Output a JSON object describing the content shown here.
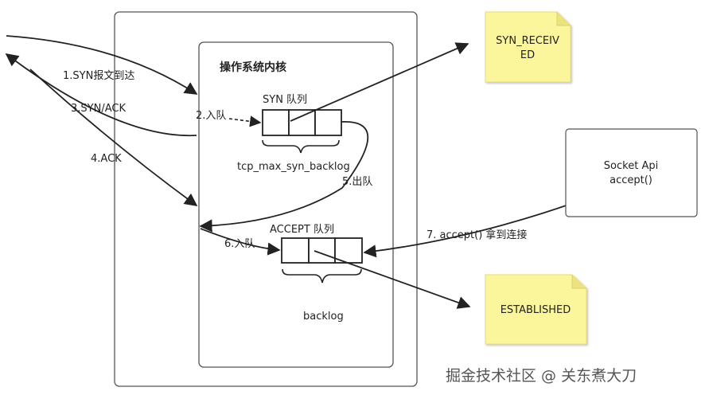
{
  "diagram": {
    "kernel_title": "操作系统内核",
    "syn_queue_label": "SYN 队列",
    "syn_queue_param": "tcp_max_syn_backlog",
    "accept_queue_label": "ACCEPT 队列",
    "accept_queue_param": "backlog",
    "steps": {
      "s1": "1.SYN报文到达",
      "s2": "2.入队",
      "s3": "3.SYN/ACK",
      "s4": "4.ACK",
      "s5": "5.出队",
      "s6": "6.入队",
      "s7": "7. accept() 拿到连接"
    },
    "socket_api": {
      "line1": "Socket Api",
      "line2": "accept()"
    },
    "state_received": {
      "line1": "SYN_RECEIV",
      "line2": "ED"
    },
    "state_established": "ESTABLISHED",
    "note_color": "#fbf59b",
    "watermark": "掘金技术社区 @ 关东煮大刀"
  }
}
